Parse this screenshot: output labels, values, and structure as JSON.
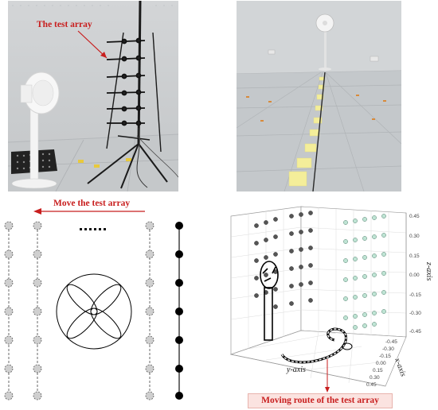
{
  "photo_left": {
    "label": "The test array"
  },
  "schematic": {
    "label": "Move the test array"
  },
  "plot3d": {
    "y_axis_label": "y-axis",
    "x_axis_label": "x-axis",
    "z_axis_label": "z-axis",
    "z_ticks": [
      "0.45",
      "0.30",
      "0.15",
      "0.00",
      "-0.15",
      "-0.30",
      "-0.45"
    ],
    "x_ticks": [
      "-0.45",
      "-0.30",
      "-0.15",
      "0.00",
      "0.15",
      "0.30",
      "0.45"
    ],
    "route_label": "Moving route of the test array"
  },
  "colors": {
    "annotation_red": "#c81e1e",
    "photo_wall": "#c9ccce",
    "photo_floor": "#bfc3c6",
    "tape_yellow": "#f4ee9a"
  }
}
